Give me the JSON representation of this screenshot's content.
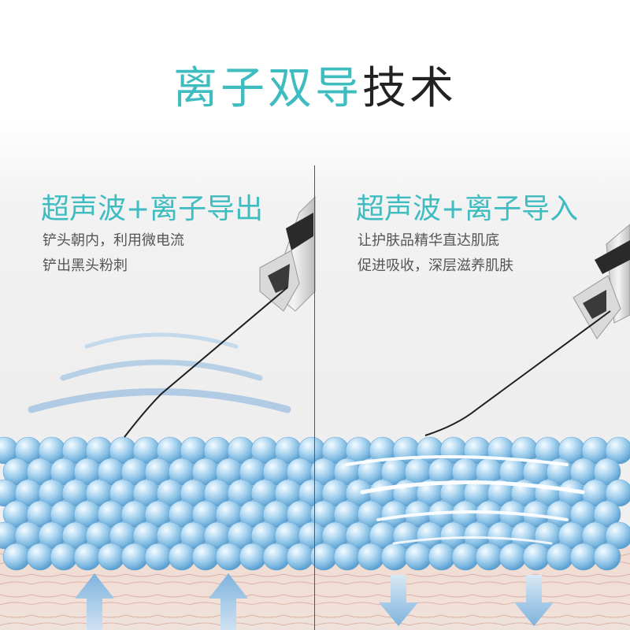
{
  "title": {
    "accent": "离子双导",
    "dark": "技术"
  },
  "left_panel": {
    "heading": "超声波+离子导出",
    "lines": [
      "铲头朝内，利用微电流",
      "铲出黑头粉刺"
    ]
  },
  "right_panel": {
    "heading": "超声波+离子导入",
    "lines": [
      "让护肤品精华直达肌底",
      "促进吸收，深层滋养肌肤"
    ]
  },
  "colors": {
    "accent": "#3fbcc0",
    "title_dark": "#222222",
    "text": "#555555",
    "bubble": "#8ec3e6",
    "arrow": "#7fb3dd",
    "skin": "#e8c9bc"
  },
  "icons": {
    "left_arrows": "arrow-up-icon",
    "right_arrows": "arrow-down-icon",
    "device": "ultrasonic-spatula-icon"
  }
}
